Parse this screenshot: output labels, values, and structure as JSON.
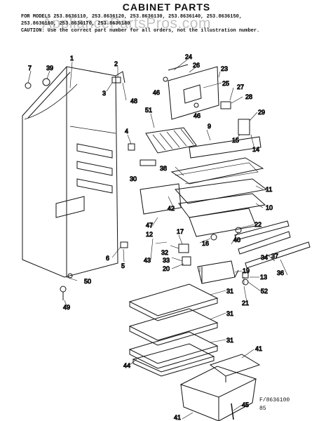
{
  "title": "CABINET PARTS",
  "header_lines": [
    "FOR MODELS 253.8636110, 253.8636120, 253.8636130, 253.8636140, 253.8636150,",
    "253.8636160, 253.8636170, 253.8636180",
    "CAUTION: Use the correct part number for all orders, not the illustration number."
  ],
  "watermark": "AppliancePartsPros.com",
  "figure_code": "F/8636100",
  "figure_rev": "85",
  "callouts": [
    "1",
    "2",
    "3",
    "4",
    "5",
    "6",
    "7",
    "9",
    "10",
    "11",
    "12",
    "13",
    "14",
    "15",
    "16",
    "17",
    "19",
    "20",
    "21",
    "22",
    "23",
    "24",
    "25",
    "26",
    "27",
    "28",
    "29",
    "30",
    "31",
    "32",
    "33",
    "34",
    "36",
    "37",
    "38",
    "39",
    "40",
    "41",
    "42",
    "43",
    "44",
    "45",
    "46",
    "47",
    "48",
    "49",
    "50",
    "51",
    "52"
  ]
}
